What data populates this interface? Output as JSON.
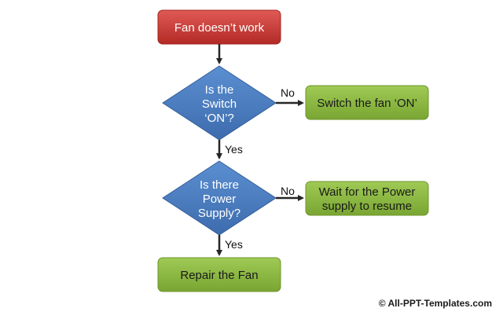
{
  "flowchart": {
    "start": {
      "label": "Fan doesn’t work"
    },
    "decision1": {
      "lines": [
        "Is the",
        "Switch",
        "‘ON’?"
      ]
    },
    "action1": {
      "label": "Switch the fan ‘ON’"
    },
    "decision2": {
      "lines": [
        "Is there",
        "Power",
        "Supply?"
      ]
    },
    "action2": {
      "lines": [
        "Wait for the Power",
        "supply to resume"
      ]
    },
    "end": {
      "label": "Repair the Fan"
    },
    "edges": {
      "no1": "No",
      "yes1": "Yes",
      "no2": "No",
      "yes2": "Yes"
    }
  },
  "credit": "© All-PPT-Templates.com",
  "colors": {
    "start_fill": "#c0392b",
    "decision_fill": "#4a7ebb",
    "action_fill": "#8bb83f",
    "arrow": "#262626"
  }
}
